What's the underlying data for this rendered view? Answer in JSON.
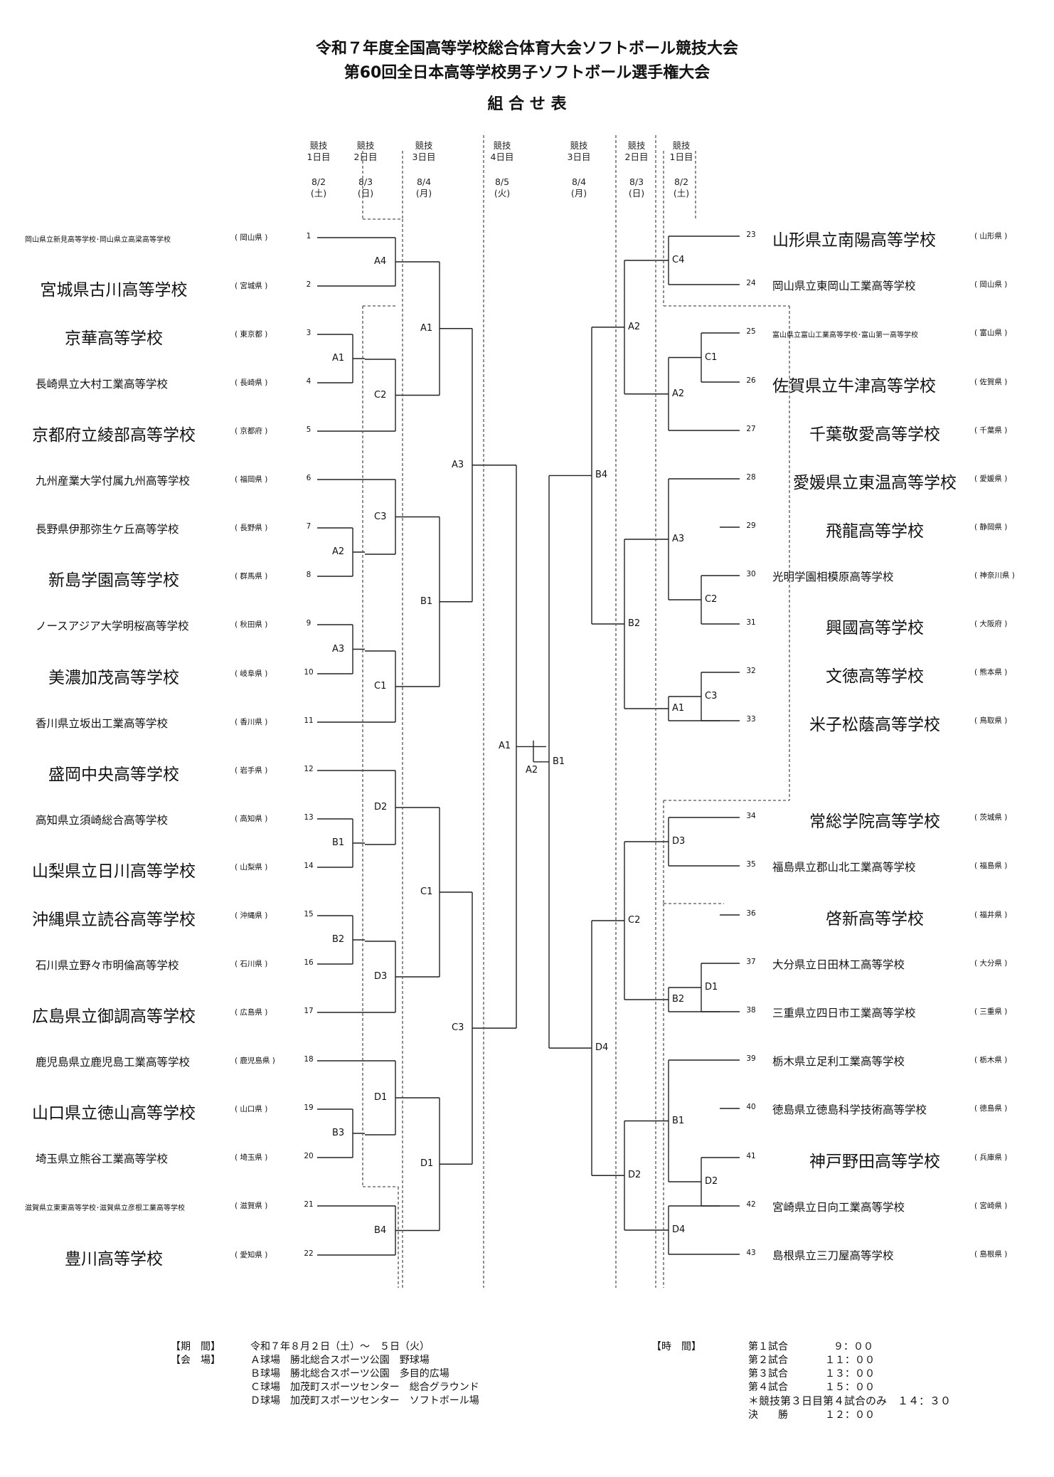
{
  "header": {
    "title1": "令和７年度全国高等学校総合体育大会ソフトボール競技大会",
    "title2": "第60回全日本高等学校男子ソフトボール選手権大会",
    "title3": "組 合 せ 表"
  },
  "schedule_header": [
    {
      "l1": "競技",
      "l2": "1日目",
      "date": "8/2",
      "dow": "(土)"
    },
    {
      "l1": "競技",
      "l2": "2日目",
      "date": "8/3",
      "dow": "(日)"
    },
    {
      "l1": "競技",
      "l2": "3日目",
      "date": "8/4",
      "dow": "(月)"
    },
    {
      "l1": "競技",
      "l2": "4日目",
      "date": "8/5",
      "dow": "(火)"
    },
    {
      "l1": "競技",
      "l2": "3日目",
      "date": "8/4",
      "dow": "(月)"
    },
    {
      "l1": "競技",
      "l2": "2日目",
      "date": "8/3",
      "dow": "(日)"
    },
    {
      "l1": "競技",
      "l2": "1日目",
      "date": "8/2",
      "dow": "(土)"
    }
  ],
  "left_teams": [
    {
      "num": "1",
      "name": "岡山県立新見高等学校･岡山県立高梁高等学校",
      "pref": "( 岡山県 )"
    },
    {
      "num": "2",
      "name": "宮城県古川高等学校",
      "pref": "( 宮城県 )"
    },
    {
      "num": "3",
      "name": "京華高等学校",
      "pref": "( 東京都 )"
    },
    {
      "num": "4",
      "name": "長崎県立大村工業高等学校",
      "pref": "( 長崎県 )"
    },
    {
      "num": "5",
      "name": "京都府立綾部高等学校",
      "pref": "( 京都府 )"
    },
    {
      "num": "6",
      "name": "九州産業大学付属九州高等学校",
      "pref": "( 福岡県 )"
    },
    {
      "num": "7",
      "name": "長野県伊那弥生ケ丘高等学校",
      "pref": "( 長野県 )"
    },
    {
      "num": "8",
      "name": "新島学園高等学校",
      "pref": "( 群馬県 )"
    },
    {
      "num": "9",
      "name": "ノースアジア大学明桜高等学校",
      "pref": "( 秋田県 )"
    },
    {
      "num": "10",
      "name": "美濃加茂高等学校",
      "pref": "( 岐阜県 )"
    },
    {
      "num": "11",
      "name": "香川県立坂出工業高等学校",
      "pref": "( 香川県 )"
    },
    {
      "num": "12",
      "name": "盛岡中央高等学校",
      "pref": "( 岩手県 )"
    },
    {
      "num": "13",
      "name": "高知県立須崎総合高等学校",
      "pref": "( 高知県 )"
    },
    {
      "num": "14",
      "name": "山梨県立日川高等学校",
      "pref": "( 山梨県 )"
    },
    {
      "num": "15",
      "name": "沖縄県立読谷高等学校",
      "pref": "( 沖縄県 )"
    },
    {
      "num": "16",
      "name": "石川県立野々市明倫高等学校",
      "pref": "( 石川県 )"
    },
    {
      "num": "17",
      "name": "広島県立御調高等学校",
      "pref": "( 広島県 )"
    },
    {
      "num": "18",
      "name": "鹿児島県立鹿児島工業高等学校",
      "pref": "( 鹿児島県 )"
    },
    {
      "num": "19",
      "name": "山口県立徳山高等学校",
      "pref": "( 山口県 )"
    },
    {
      "num": "20",
      "name": "埼玉県立熊谷工業高等学校",
      "pref": "( 埼玉県 )"
    },
    {
      "num": "21",
      "name": "滋賀県立東東高等学校･滋賀県立彦根工業高等学校",
      "pref": "( 滋賀県 )"
    },
    {
      "num": "22",
      "name": "豊川高等学校",
      "pref": "( 愛知県 )"
    }
  ],
  "right_teams": [
    {
      "num": "23",
      "name": "山形県立南陽高等学校",
      "pref": "( 山形県 )"
    },
    {
      "num": "24",
      "name": "岡山県立東岡山工業高等学校",
      "pref": "( 岡山県 )"
    },
    {
      "num": "25",
      "name": "富山県立富山工業高等学校･富山第一高等学校",
      "pref": "( 富山県 )"
    },
    {
      "num": "26",
      "name": "佐賀県立牛津高等学校",
      "pref": "( 佐賀県 )"
    },
    {
      "num": "27",
      "name": "千葉敬愛高等学校",
      "pref": "( 千葉県 )"
    },
    {
      "num": "28",
      "name": "愛媛県立東温高等学校",
      "pref": "( 愛媛県 )"
    },
    {
      "num": "29",
      "name": "飛龍高等学校",
      "pref": "( 静岡県 )"
    },
    {
      "num": "30",
      "name": "光明学園相模原高等学校",
      "pref": "( 神奈川県 )"
    },
    {
      "num": "31",
      "name": "興國高等学校",
      "pref": "( 大阪府 )"
    },
    {
      "num": "32",
      "name": "文徳高等学校",
      "pref": "( 熊本県 )"
    },
    {
      "num": "33",
      "name": "米子松蔭高等学校",
      "pref": "( 鳥取県 )"
    },
    {
      "num": "34",
      "name": "常総学院高等学校",
      "pref": "( 茨城県 )"
    },
    {
      "num": "35",
      "name": "福島県立郡山北工業高等学校",
      "pref": "( 福島県 )"
    },
    {
      "num": "36",
      "name": "啓新高等学校",
      "pref": "( 福井県 )"
    },
    {
      "num": "37",
      "name": "大分県立日田林工高等学校",
      "pref": "( 大分県 )"
    },
    {
      "num": "38",
      "name": "三重県立四日市工業高等学校",
      "pref": "( 三重県 )"
    },
    {
      "num": "39",
      "name": "栃木県立足利工業高等学校",
      "pref": "( 栃木県 )"
    },
    {
      "num": "40",
      "name": "徳島県立徳島科学技術高等学校",
      "pref": "( 徳島県 )"
    },
    {
      "num": "41",
      "name": "神戸野田高等学校",
      "pref": "( 兵庫県 )"
    },
    {
      "num": "42",
      "name": "宮崎県立日向工業高等学校",
      "pref": "( 宮崎県 )"
    },
    {
      "num": "43",
      "name": "島根県立三刀屋高等学校",
      "pref": "( 島根県 )"
    }
  ],
  "match_labels": {
    "L": {
      "r1": [
        "A1",
        "A2",
        "A3",
        "B1",
        "B2",
        "B3"
      ],
      "r2": [
        "A4",
        "C2",
        "C3",
        "C1",
        "D2",
        "D3",
        "D1",
        "B4"
      ],
      "r3": [
        "A1",
        "B1",
        "C1",
        "D1"
      ],
      "r4": [
        "A3",
        "C3"
      ],
      "semi": "A1"
    },
    "R": {
      "r1": [
        "C1",
        "C2",
        "C3",
        "D1",
        "D2"
      ],
      "r2": [
        "C4",
        "A2",
        "A3",
        "A1",
        "D3",
        "B2",
        "B1",
        "D4"
      ],
      "r3": [
        "A2",
        "B2",
        "C2",
        "D2"
      ],
      "r4": [
        "B4",
        "D4"
      ],
      "semi": "B1"
    },
    "final": "A2"
  },
  "info": {
    "period_label": "【期　間】",
    "period": "令和７年８月２日（土）～　５日（火）",
    "venue_label": "【会　場】",
    "venues": [
      "Ａ球場　勝北総合スポーツ公園　野球場",
      "Ｂ球場　勝北総合スポーツ公園　多目的広場",
      "Ｃ球場　加茂町スポーツセンター　総合グラウンド",
      "Ｄ球場　加茂町スポーツセンター　ソフトボール場"
    ],
    "time_label": "【時　間】",
    "times": [
      {
        "name": "第１試合",
        "time": "９：００"
      },
      {
        "name": "第２試合",
        "time": "１１：００"
      },
      {
        "name": "第３試合",
        "time": "１３：００"
      },
      {
        "name": "第４試合",
        "time": "１５：００"
      }
    ],
    "note": "＊競技第３日目第４試合のみ　１４：３０",
    "final_name": "決　　勝",
    "final_time": "１２：００"
  }
}
